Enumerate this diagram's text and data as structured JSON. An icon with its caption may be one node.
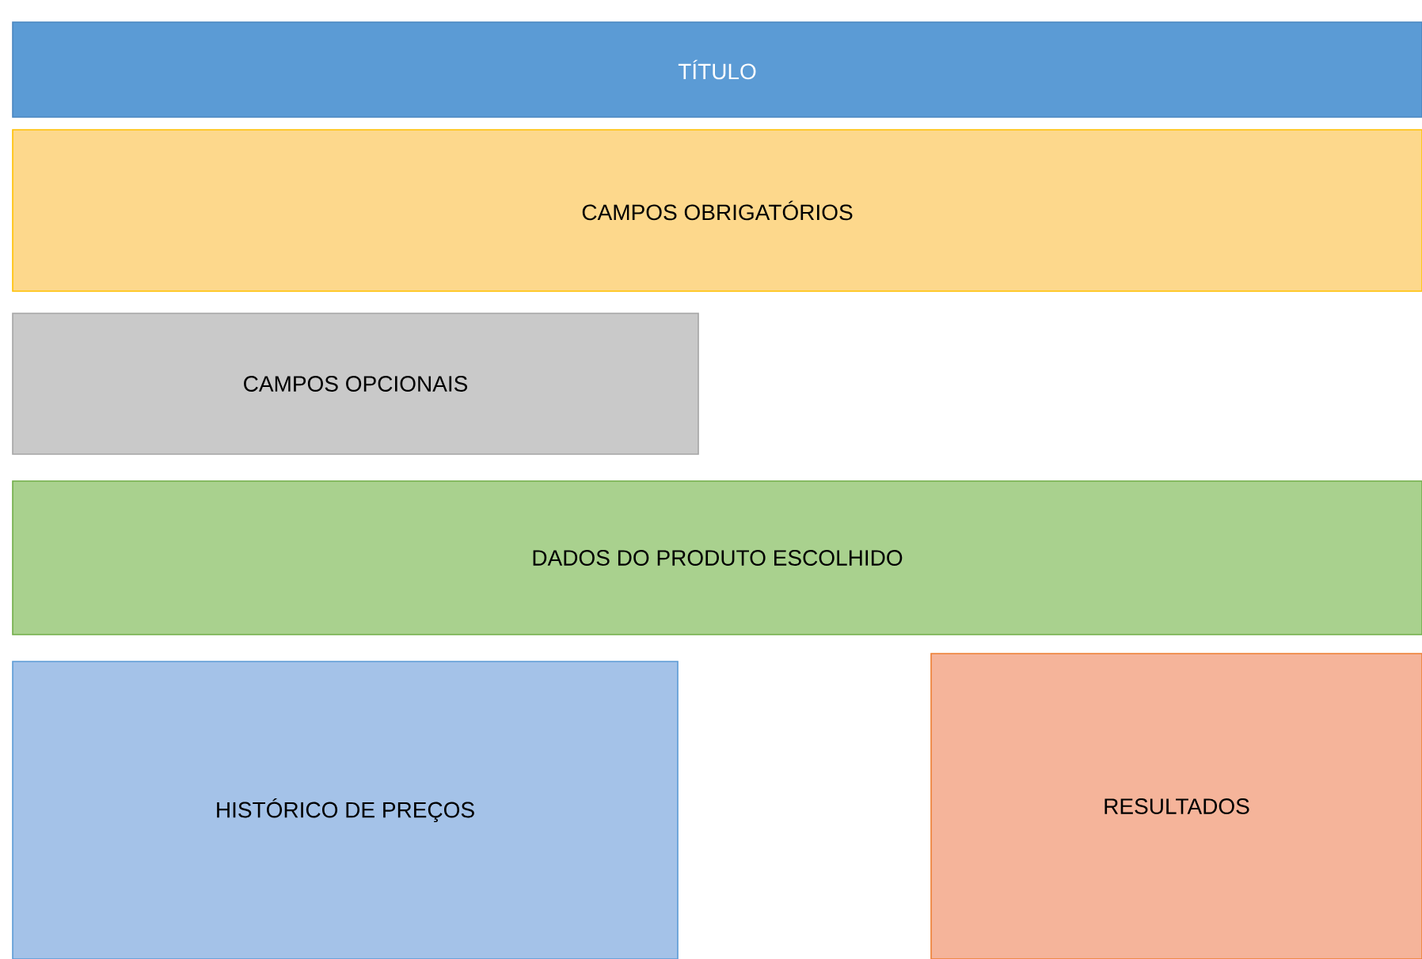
{
  "diagram": {
    "nodes": [
      {
        "text": [
          "TÍTULO"
        ]
      },
      {
        "text": [
          "CAMPOS OBRIGATÓRIOS"
        ]
      },
      {
        "text": [
          "CAMPOS OPCIONAIS"
        ]
      },
      {
        "text": [
          "DADOS DO PRODUTO ESCOLHIDO"
        ]
      },
      {
        "text": [
          "HISTÓRICO DE PREÇOS"
        ]
      },
      {
        "text": [
          "RESULTADOS"
        ]
      }
    ]
  }
}
